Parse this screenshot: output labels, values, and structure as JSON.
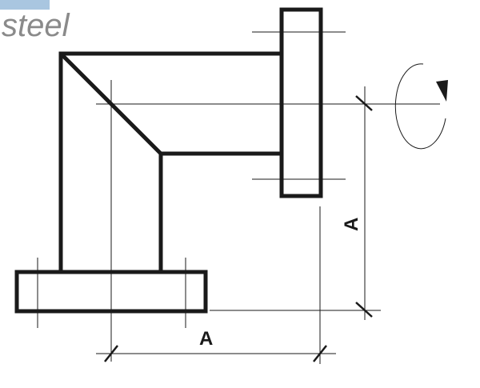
{
  "header": {
    "material_word": "steel",
    "accent_color": "#a9c6e0"
  },
  "diagram": {
    "dimension_horizontal": "A",
    "dimension_vertical": "A",
    "line_color": "#1a1a1a",
    "rotation_icon": "rotation-arrow-icon"
  }
}
